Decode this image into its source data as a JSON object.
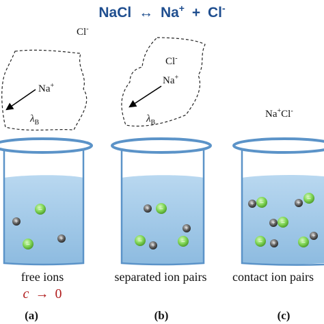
{
  "title": {
    "lhs": "NaCl",
    "arrow": "↔",
    "na": "Na",
    "na_charge": "+",
    "plus": "+",
    "cl": "Cl",
    "cl_charge": "-"
  },
  "panels": [
    {
      "id": "a",
      "caption": "free ions",
      "condition": {
        "c": "c",
        "arrow": "→",
        "zero": "0"
      },
      "letter": "(a)",
      "cl": "Cl",
      "cl_charge": "-",
      "na": "Na",
      "na_charge": "+",
      "lambda": "λ",
      "lambda_sub": "B"
    },
    {
      "id": "b",
      "caption": "separated ion pairs",
      "letter": "(b)",
      "cl": "Cl",
      "cl_charge": "-",
      "na": "Na",
      "na_charge": "+",
      "lambda": "λ",
      "lambda_sub": "B"
    },
    {
      "id": "c",
      "caption": "contact ion pairs",
      "letter": "(c)",
      "pair_na": "Na",
      "pair_na_charge": "+",
      "pair_cl": "Cl",
      "pair_cl_charge": "-"
    }
  ],
  "ion_symbols": {
    "cation": "+",
    "anion": "−"
  },
  "colors": {
    "title": "#1f4e8f",
    "water": "#9ec8e8",
    "beaker": "#5b93c8",
    "chloride": "#7ed957",
    "sodium": "#555555",
    "condition": "#b01c1c"
  }
}
